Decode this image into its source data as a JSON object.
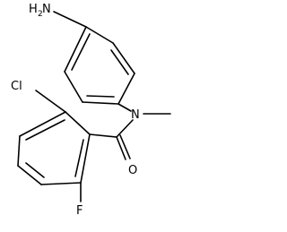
{
  "molecule": {
    "atoms": {
      "amine": "H2N",
      "amine_h": "H",
      "amine_sub": "2",
      "amine_n": "N",
      "amide_n": "N",
      "chloro": "Cl",
      "oxygen": "O",
      "fluoro": "F"
    },
    "colors": {
      "bond": "#000000",
      "label": "#000000",
      "background": "#ffffff"
    }
  }
}
